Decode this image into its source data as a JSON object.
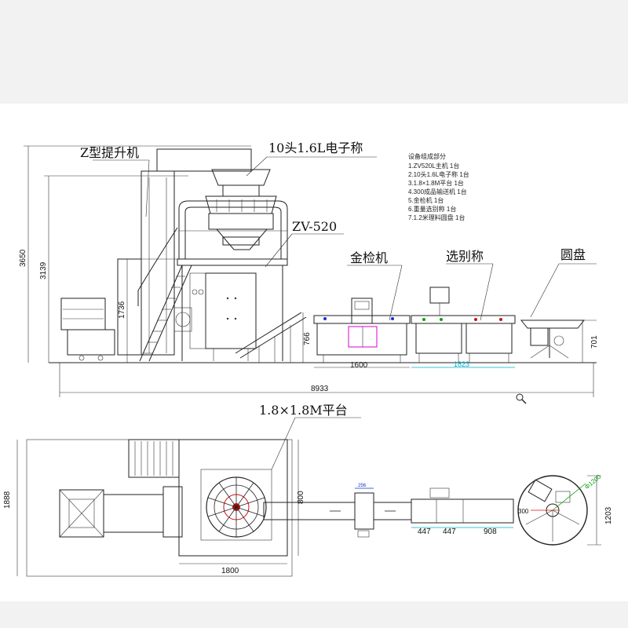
{
  "labels": {
    "z_elevator": "Z型提升机",
    "weigher": "10头1.6L电子称",
    "packer": "ZV-520",
    "metal_detector": "金检机",
    "checkweigher": "选别称",
    "turntable": "圆盘",
    "platform": "1.8×1.8M平台"
  },
  "equipment_list": {
    "title": "设备组成部分",
    "items": [
      "1.ZV520L主机  1台",
      "2.10头1.6L电子称  1台",
      "3.1.8×1.8M平台  1台",
      "4.300成品输送机  1台",
      "5.金检机    1台",
      "6.重量选别称  1台",
      "7.1.2米理料圆盘  1台"
    ]
  },
  "dimensions": {
    "total_height": "3650",
    "platform_top_height": "3139",
    "platform_height": "1736",
    "conveyor_height": "766",
    "turntable_height": "701",
    "metal_detector_length": "1600",
    "checkweigher_length": "1823",
    "total_length": "8933",
    "plan_width": "1888",
    "platform_depth": "800",
    "platform_width": "1800",
    "conveyor_width": "256",
    "belt1": "447",
    "belt2": "447",
    "belt3": "908",
    "turntable_diameter": "Φ1200",
    "turntable_width": "1203",
    "turntable_offset": "300"
  },
  "colors": {
    "line": "#222222",
    "dim_cyan": "#00b0c8",
    "magenta": "#d400d4",
    "red": "#d01010",
    "blue": "#1030d0",
    "green": "#10a010"
  },
  "icons": [
    "magnifier-icon"
  ]
}
